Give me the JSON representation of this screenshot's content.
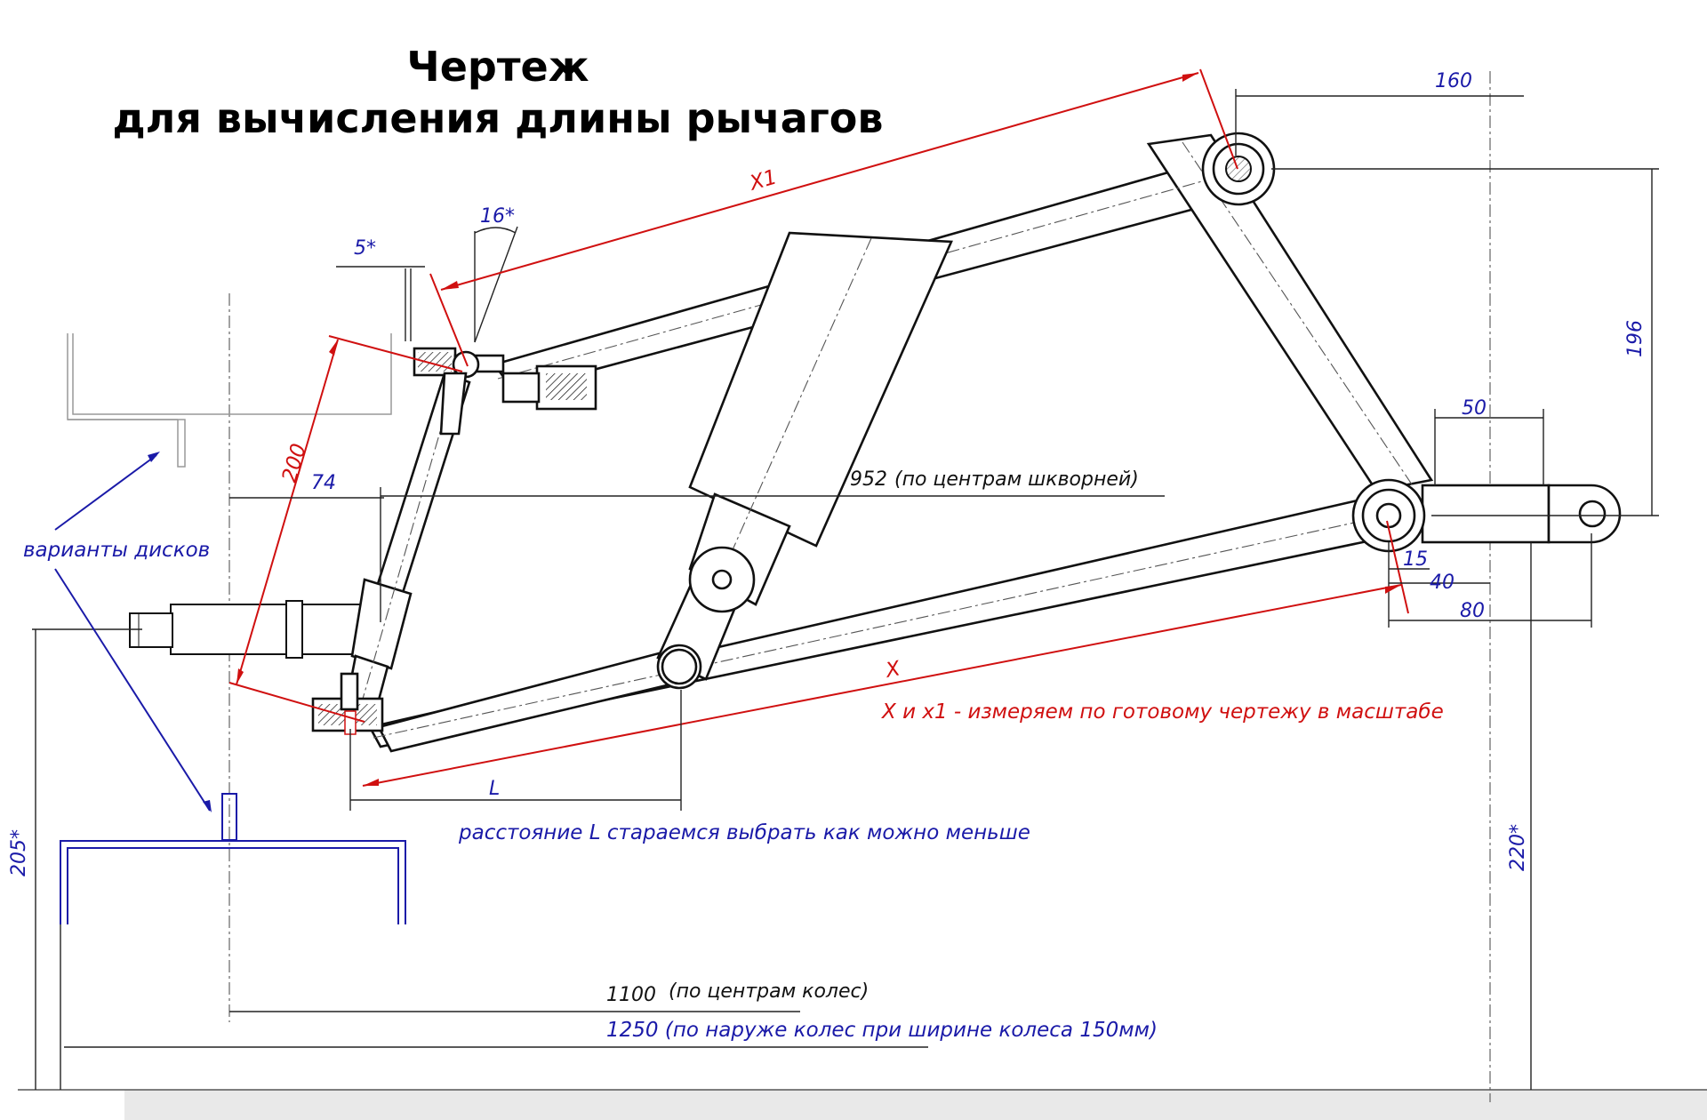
{
  "title": {
    "line1": "Чертеж",
    "line2": "для вычисления длины рычагов"
  },
  "dimensions": {
    "d160": "160",
    "d196": "196",
    "d50": "50",
    "d15": "15",
    "d40": "40",
    "d80": "80",
    "d16": "16*",
    "d5": "5*",
    "d200": "200",
    "d74": "74",
    "d205": "205*",
    "d220": "220*",
    "d952": "952",
    "d952_note": "(по центрам шкворней)",
    "d1100": "1100",
    "d1100_note": "(по центрам колес)",
    "d1250": "1250 (по наруже колес при ширине колеса 150мм)",
    "x1": "X1",
    "x": "X",
    "l": "L"
  },
  "notes": {
    "disc_variants": "варианты дисков",
    "measure_note": "X и x1 - измеряем по готовому чертежу в масштабе",
    "l_note": "расстояние L стараемся выбрать как можно меньше"
  },
  "colors": {
    "annotation_blue": "#1a1aa8",
    "annotation_red": "#d01010",
    "line_black": "#111111"
  }
}
